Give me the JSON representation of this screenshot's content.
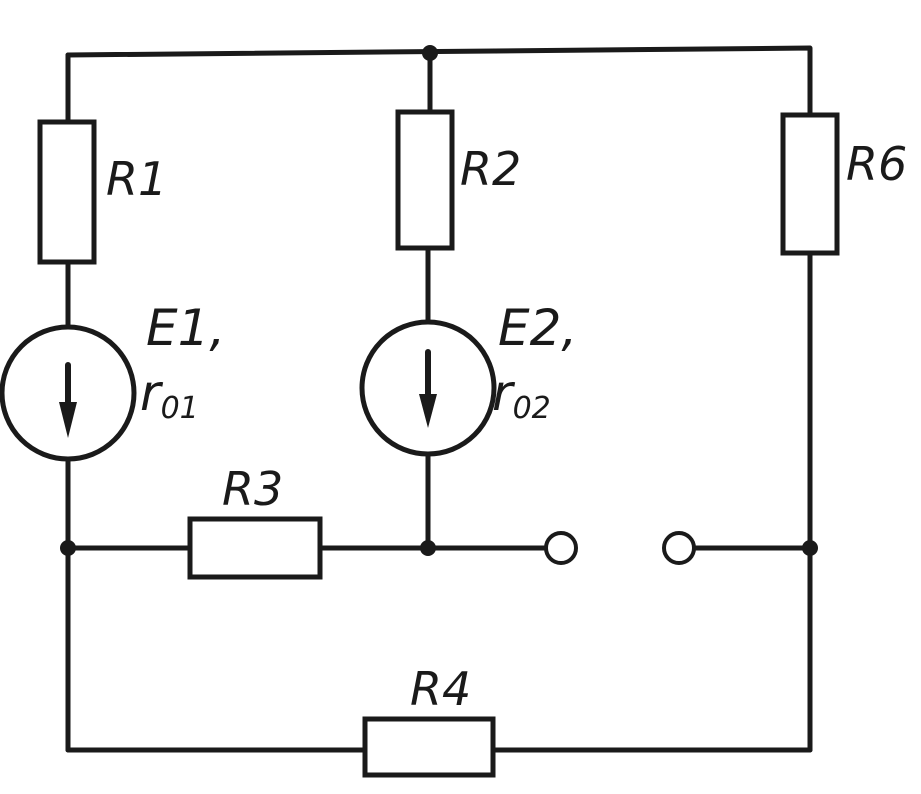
{
  "diagram": {
    "labels": {
      "r1": "R1",
      "r2": "R2",
      "r3": "R3",
      "r4": "R4",
      "r6": "R6",
      "e1": "E1,",
      "e2": "E2,",
      "r01_main": "r",
      "r01_sub": "01",
      "r02_main": "r",
      "r02_sub": "02"
    },
    "colors": {
      "ink": "#1a1a1a",
      "background": "#ffffff"
    }
  }
}
